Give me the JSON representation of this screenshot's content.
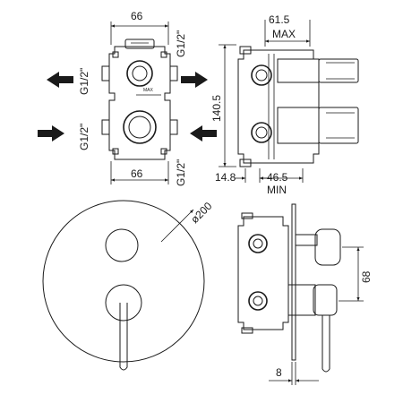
{
  "dimensions": {
    "top_width": "66",
    "bottom_width": "66",
    "side_depth_max": "61.5",
    "max_label": "MAX",
    "height": "140.5",
    "offset": "14.8",
    "depth_min": "46.5",
    "min_label": "MIN",
    "plate_diameter": "ø200",
    "spacing": "68",
    "plate_thickness": "8"
  },
  "thread_labels": {
    "top_left": "G1/2\"",
    "top_right": "G1/2\"",
    "bottom_left": "G1/2\"",
    "bottom_right": "G1/2\""
  },
  "body_marks": {
    "max": "MAX"
  }
}
